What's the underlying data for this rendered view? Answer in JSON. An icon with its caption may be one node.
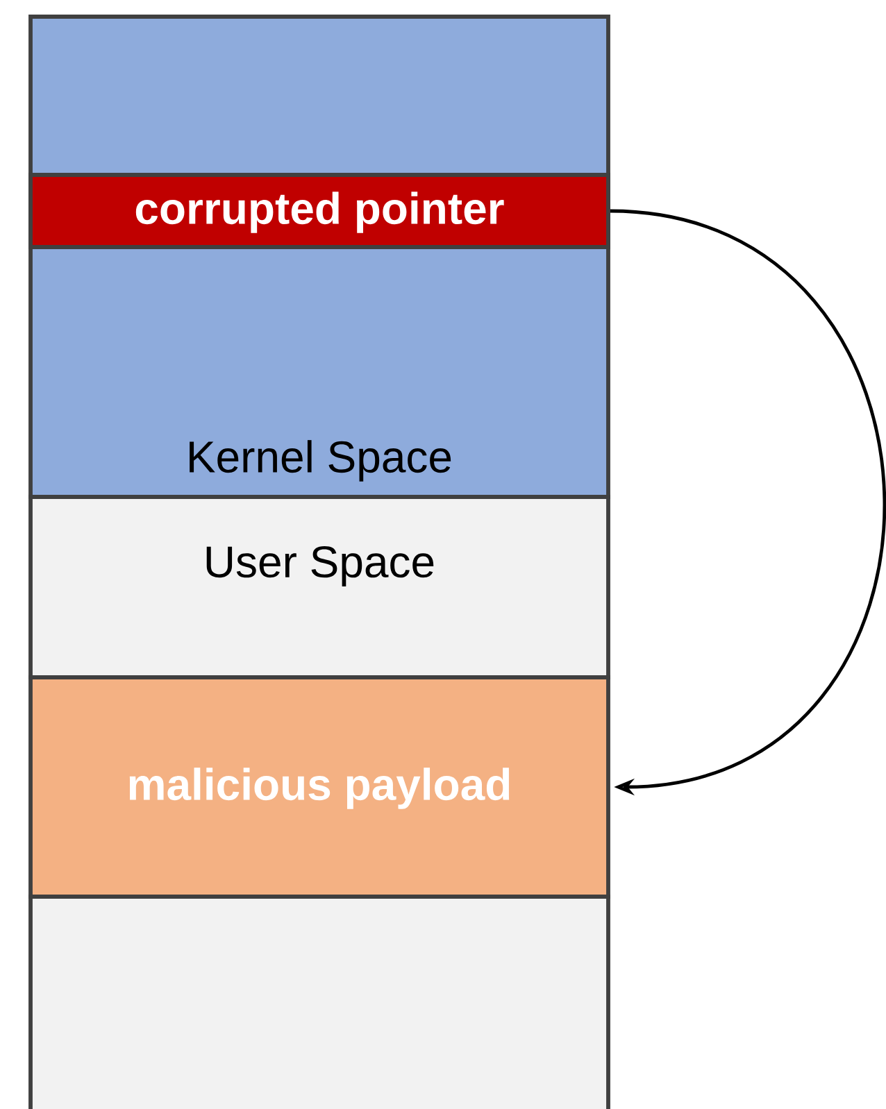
{
  "diagram": {
    "nodes": [
      {
        "text": [
          "Kernel Space"
        ]
      },
      {
        "text": [
          "corrupted pointer"
        ],
        "in": 0
      },
      {
        "text": [
          "User Space"
        ]
      },
      {
        "text": [
          "malicious payload"
        ]
      },
      {
        "text": [],
        "shape": "box"
      }
    ],
    "edges": [
      {
        "from": 1,
        "to": 3,
        "arrow": "to"
      }
    ]
  }
}
